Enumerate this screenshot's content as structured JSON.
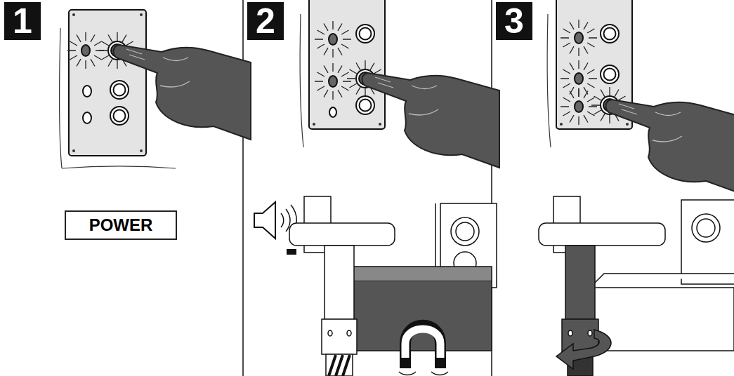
{
  "diagram": {
    "nodes": [
      {
        "text": [
          "1"
        ]
      },
      {
        "text": [
          "POWER"
        ]
      },
      {
        "text": [
          "2"
        ]
      },
      {
        "text": [
          "3"
        ]
      }
    ]
  }
}
